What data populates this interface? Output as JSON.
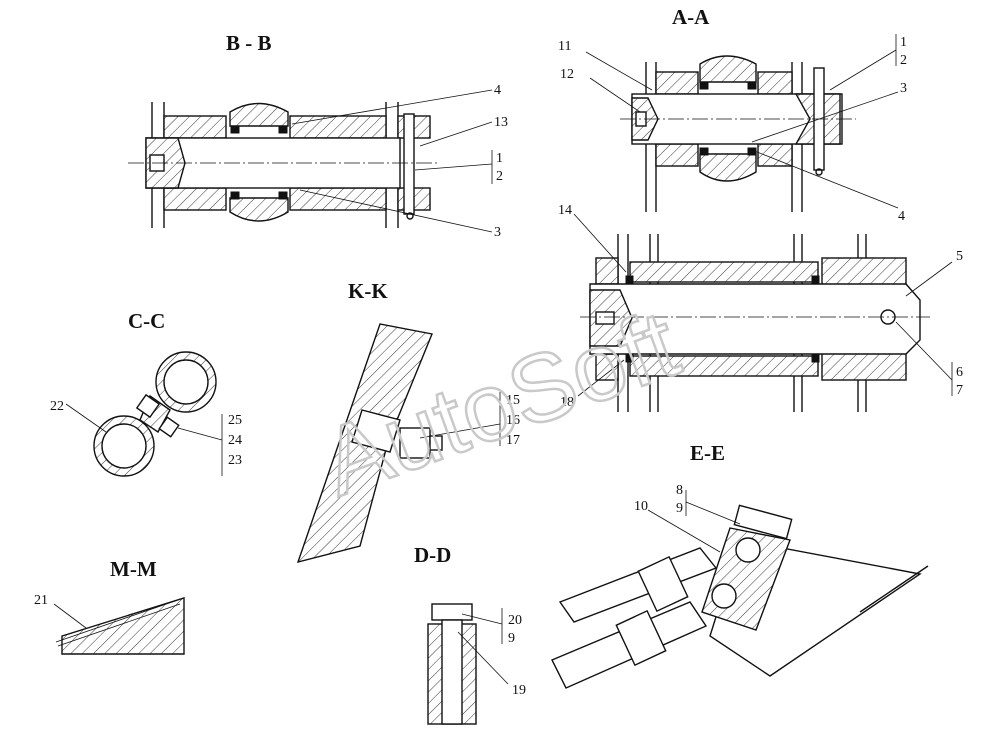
{
  "watermark": "AutoSoft",
  "views": {
    "bb": {
      "title": "B - B",
      "labels": [
        "4",
        "13",
        "1",
        "2",
        "3"
      ]
    },
    "aa": {
      "title": "A-A",
      "labels": [
        "11",
        "12",
        "1",
        "2",
        "3",
        "4"
      ]
    },
    "lower_aa": {
      "labels": [
        "14",
        "5",
        "6",
        "7",
        "18"
      ]
    },
    "cc": {
      "title": "C-C",
      "labels": [
        "22",
        "25",
        "24",
        "23"
      ]
    },
    "kk": {
      "title": "K-K",
      "labels": [
        "15",
        "16",
        "17"
      ]
    },
    "ee": {
      "title": "E-E",
      "labels": [
        "8",
        "9",
        "10"
      ]
    },
    "mm": {
      "title": "M-M",
      "labels": [
        "21"
      ]
    },
    "dd": {
      "title": "D-D",
      "labels": [
        "20",
        "9",
        "19"
      ]
    }
  }
}
